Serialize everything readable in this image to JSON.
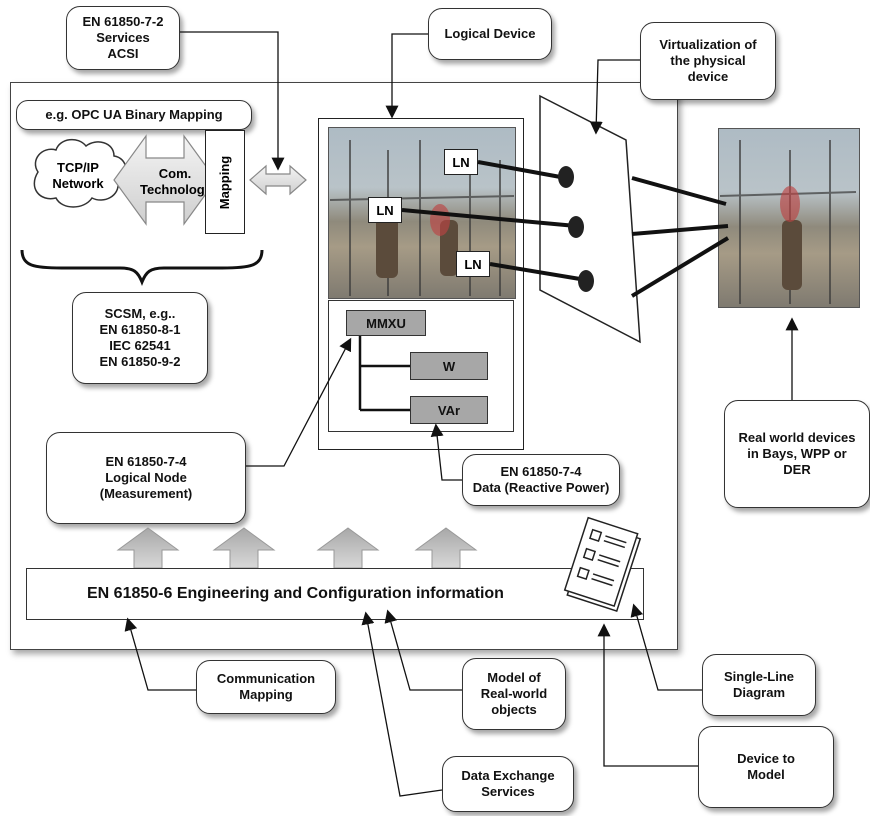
{
  "callouts": {
    "acsi": "EN 61850-7-2\nServices\nACSI",
    "logical_device": "Logical Device",
    "virtualization": "Virtualization of\nthe physical\ndevice",
    "opc_mapping": "e.g. OPC UA Binary Mapping",
    "scsm": "SCSM, e.g..\nEN 61850-8-1\nIEC 62541\nEN 61850-9-2",
    "logical_node": "EN 61850-7-4\nLogical Node\n(Measurement)",
    "data_reactive": "EN 61850-7-4\nData (Reactive Power)",
    "real_world": "Real world devices\nin Bays, WPP or\nDER",
    "communication_mapping": "Communication\nMapping",
    "model_real_world": "Model of\nReal-world\nobjects",
    "single_line": "Single-Line\nDiagram",
    "device_to_model": "Device to\nModel",
    "data_exchange": "Data Exchange\nServices"
  },
  "stack": {
    "tcpip": "TCP/IP\nNetwork",
    "com_technology": "Com.\nTechnology",
    "mapping": "Mapping"
  },
  "logical_nodes": [
    "LN",
    "LN",
    "LN"
  ],
  "model": {
    "mmxu": "MMXU",
    "w": "W",
    "var": "VAr"
  },
  "engineering_bar": "EN 61850-6 Engineering and Configuration information"
}
